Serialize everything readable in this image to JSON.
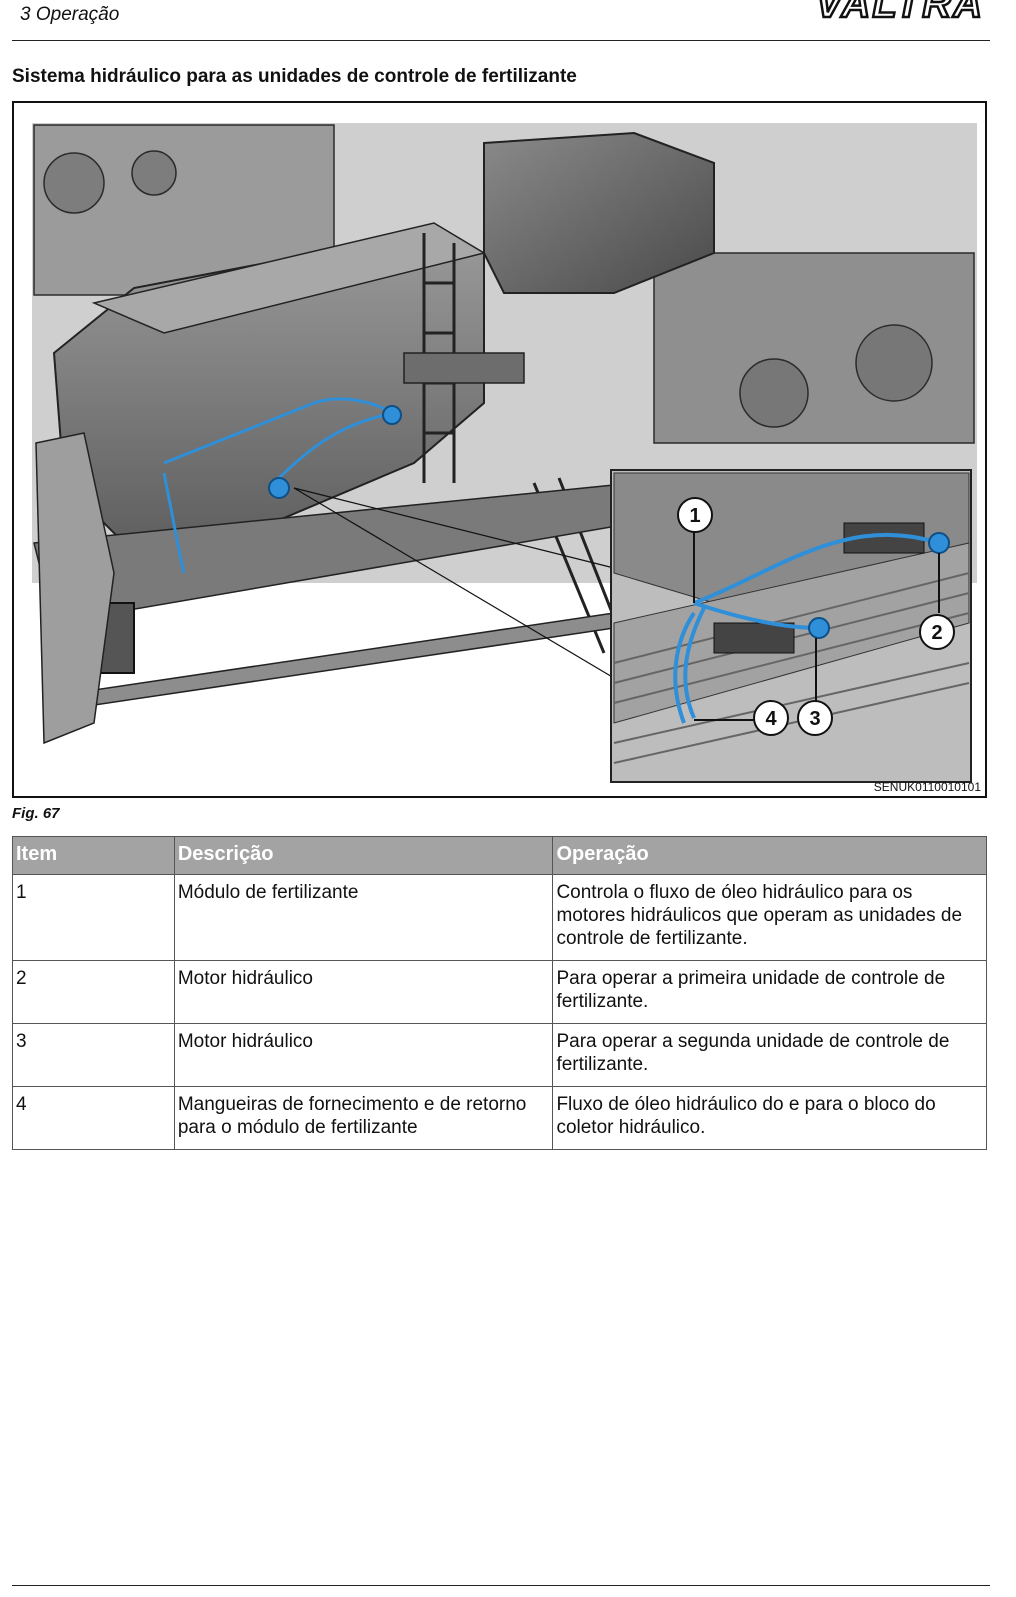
{
  "header": {
    "chapter": "3 Operação",
    "brand": "VALTRA"
  },
  "section_title": "Sistema hidráulico para as unidades de controle de fertilizante",
  "figure": {
    "code": "SENUK0110010101",
    "caption": "Fig. 67",
    "callouts": [
      "1",
      "2",
      "3",
      "4"
    ],
    "colors": {
      "machine_body": "#6f6f6f",
      "machine_dark": "#3c3c3c",
      "hydraulic_highlight": "#2f8fd8"
    }
  },
  "table": {
    "headers": [
      "Item",
      "Descrição",
      "Operação"
    ],
    "rows": [
      {
        "item": "1",
        "descricao": "Módulo de fertilizante",
        "operacao": "Controla o fluxo de óleo hidráulico para os motores hidráulicos que operam as unidades de controle de fertilizante."
      },
      {
        "item": "2",
        "descricao": "Motor hidráulico",
        "operacao": "Para operar a primeira unidade de controle de fertilizante."
      },
      {
        "item": "3",
        "descricao": "Motor hidráulico",
        "operacao": "Para operar a segunda unidade de controle de fertilizante."
      },
      {
        "item": "4",
        "descricao": "Mangueiras de fornecimento e de retorno para o módulo de fertilizante",
        "operacao": "Fluxo de óleo hidráulico do e para o bloco do coletor hidráulico."
      }
    ]
  }
}
